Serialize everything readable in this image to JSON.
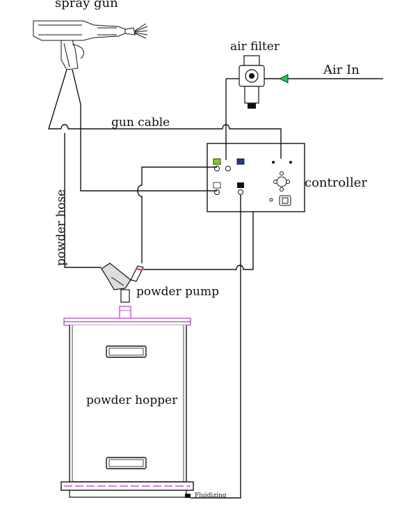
{
  "labels": {
    "spray_gun": "spray  gun",
    "air_filter": "air filter",
    "air_in": "Air  In",
    "gun_cable": "gun cable",
    "controller": "controller",
    "powder_hose": "powder hose",
    "powder_pump": "powder pump",
    "powder_hopper": "powder hopper",
    "fluidizing": "Fluidizing"
  },
  "colors": {
    "inlet_arrow": "#22c55e",
    "hopper_accent": "#d946ef",
    "pump_accent": "#e11d48",
    "indicator_green": "#84cc16",
    "indicator_blue": "#1e3a8a"
  }
}
